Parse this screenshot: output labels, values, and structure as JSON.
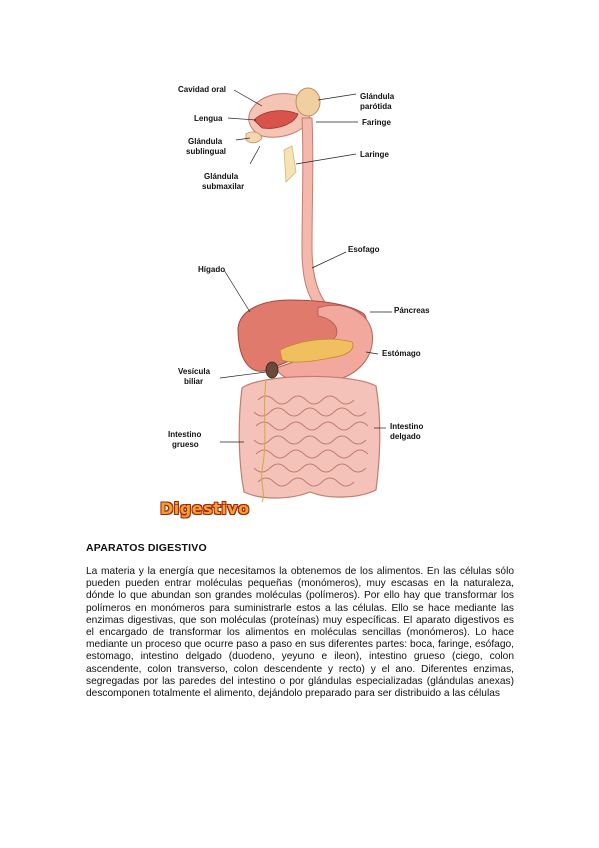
{
  "figure": {
    "labels": {
      "cavidad_oral": "Cavidad oral",
      "lengua": "Lengua",
      "glandula_sublingual_1": "Glándula",
      "glandula_sublingual_2": "sublingual",
      "glandula_submaxilar_1": "Glándula",
      "glandula_submaxilar_2": "submaxilar",
      "glandula_parotida_1": "Glándula",
      "glandula_parotida_2": "parótida",
      "faringe": "Faringe",
      "laringe": "Laringe",
      "esofago": "Esofago",
      "higado": "Hígado",
      "pancreas": "Páncreas",
      "estomago": "Estómago",
      "vesicula_biliar_1": "Vesícula",
      "vesicula_biliar_2": "biliar",
      "intestino_grueso_1": "Intestino",
      "intestino_grueso_2": "grueso",
      "intestino_delgado_1": "Intestino",
      "intestino_delgado_2": "delgado"
    },
    "badge": "Digestivo",
    "colors": {
      "organ_pink": "#f2b3a8",
      "liver": "#e07a6c",
      "pancreas": "#f0c060",
      "intestine": "#f4c2b8",
      "badge": "#f3a12b"
    }
  },
  "document": {
    "title": "APARATOS DIGESTIVO",
    "body": "La materia y la energía que necesitamos la obtenemos de los alimentos. En las células sólo pueden pueden entrar moléculas pequeñas (monómeros), muy escasas en la naturaleza, dónde lo que abundan son grandes moléculas (polímeros). Por ello hay que transformar los polímeros en monómeros para suministrarle estos a las células. Ello se hace mediante las enzimas digestivas, que son moléculas (proteínas) muy específicas. El aparato digestivos es el encargado de transformar los alimentos en moléculas sencillas (monómeros). Lo hace mediante un proceso que ocurre paso a paso en sus diferentes partes: boca, faringe, esófago, estomago, intestino delgado (duodeno, yeyuno e ileon), intestino grueso (ciego, colon ascendente, colon transverso, colon descendente y recto) y el ano. Diferentes enzimas, segregadas por las paredes del intestino o por glándulas especializadas (glándulas anexas) descomponen totalmente el alimento, dejándolo preparado para ser distribuido a las células"
  }
}
